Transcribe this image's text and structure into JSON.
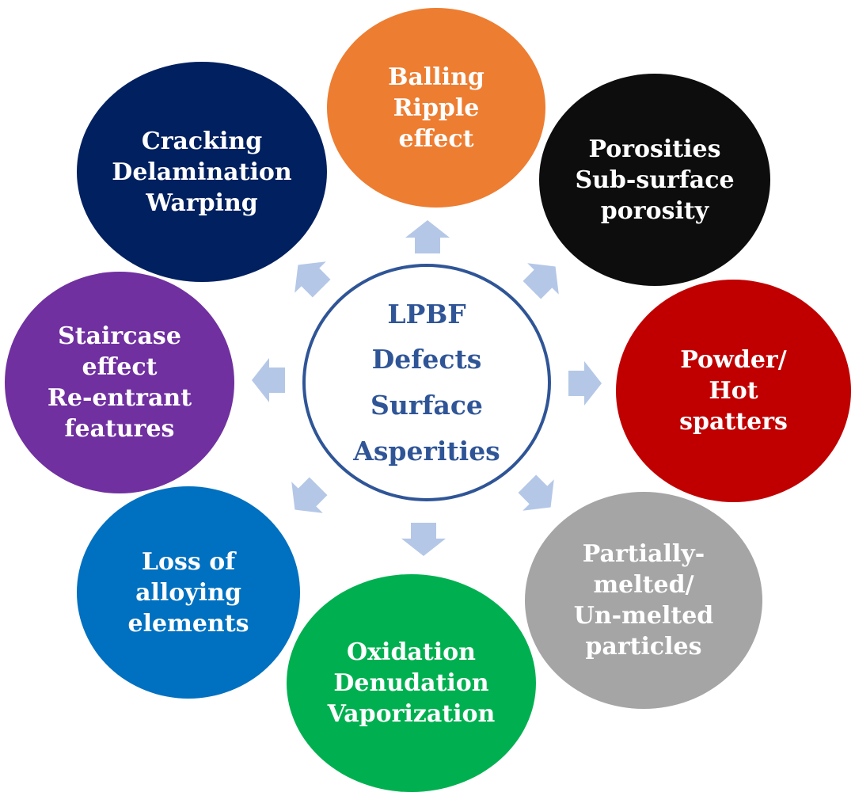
{
  "center": {
    "lines": [
      "LPBF",
      "Defects",
      "Surface",
      "Asperities"
    ],
    "border_color": "#2f5597",
    "text_color": "#2f5597"
  },
  "arrow_color": "#b4c7e7",
  "bubbles": [
    {
      "lines": [
        "Balling",
        "Ripple",
        "effect"
      ],
      "color": "#ed7d31"
    },
    {
      "lines": [
        "Porosities",
        "Sub-surface",
        "porosity"
      ],
      "color": "#0d0d0d"
    },
    {
      "lines": [
        "Powder/",
        "Hot",
        "spatters"
      ],
      "color": "#c00000"
    },
    {
      "lines": [
        "Partially-",
        "melted/",
        "Un-melted",
        "particles"
      ],
      "color": "#a5a5a5"
    },
    {
      "lines": [
        "Oxidation",
        "Denudation",
        "Vaporization"
      ],
      "color": "#00b050"
    },
    {
      "lines": [
        "Loss of",
        "alloying",
        "elements"
      ],
      "color": "#0070c0"
    },
    {
      "lines": [
        "Staircase",
        "effect",
        "Re-entrant",
        "features"
      ],
      "color": "#7030a0"
    },
    {
      "lines": [
        "Cracking",
        "Delamination",
        "Warping"
      ],
      "color": "#002060"
    }
  ]
}
